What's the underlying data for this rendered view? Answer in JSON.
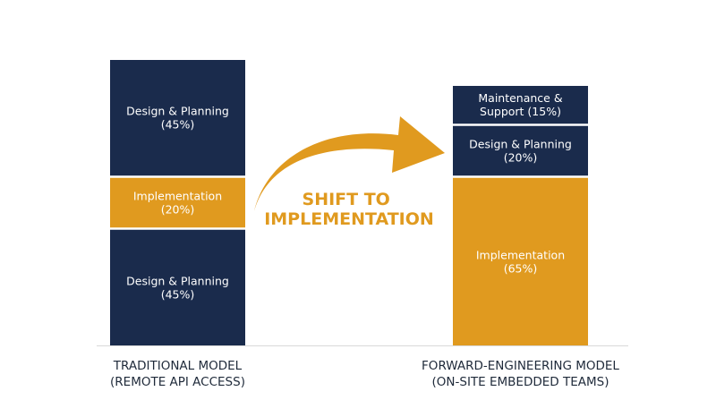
{
  "chart_data": {
    "type": "bar",
    "stacked": true,
    "ylim": [
      0,
      110
    ],
    "colors": {
      "navy": "#1a2b4c",
      "orange": "#e09a1f",
      "baseline": "#d9d9d9"
    },
    "bars": [
      {
        "category_lines": [
          "TRADITIONAL MODEL",
          "(REMOTE API ACCESS)"
        ],
        "segments": [
          {
            "label_lines": [
              "Design & Planning",
              "(45%)"
            ],
            "value": 45,
            "color": "#1a2b4c"
          },
          {
            "label_lines": [
              "Implementation",
              "(20%)"
            ],
            "value": 20,
            "color": "#e09a1f"
          },
          {
            "label_lines": [
              "Design & Planning",
              "(45%)"
            ],
            "value": 45,
            "color": "#1a2b4c"
          }
        ]
      },
      {
        "category_lines": [
          "FORWARD-ENGINEERING MODEL",
          "(ON-SITE EMBEDDED TEAMS)"
        ],
        "segments": [
          {
            "label_lines": [
              "Implementation",
              "(65%)"
            ],
            "value": 65,
            "color": "#e09a1f"
          },
          {
            "label_lines": [
              "Design & Planning",
              "(20%)"
            ],
            "value": 20,
            "color": "#1a2b4c"
          },
          {
            "label_lines": [
              "Maintenance &",
              "Support (15%)"
            ],
            "value": 15,
            "color": "#1a2b4c"
          }
        ]
      }
    ],
    "annotation": {
      "lines": [
        "SHIFT TO",
        "IMPLEMENTATION"
      ],
      "arrow_icon": "curved-arrow-right-icon",
      "color": "#e09a1f"
    }
  }
}
